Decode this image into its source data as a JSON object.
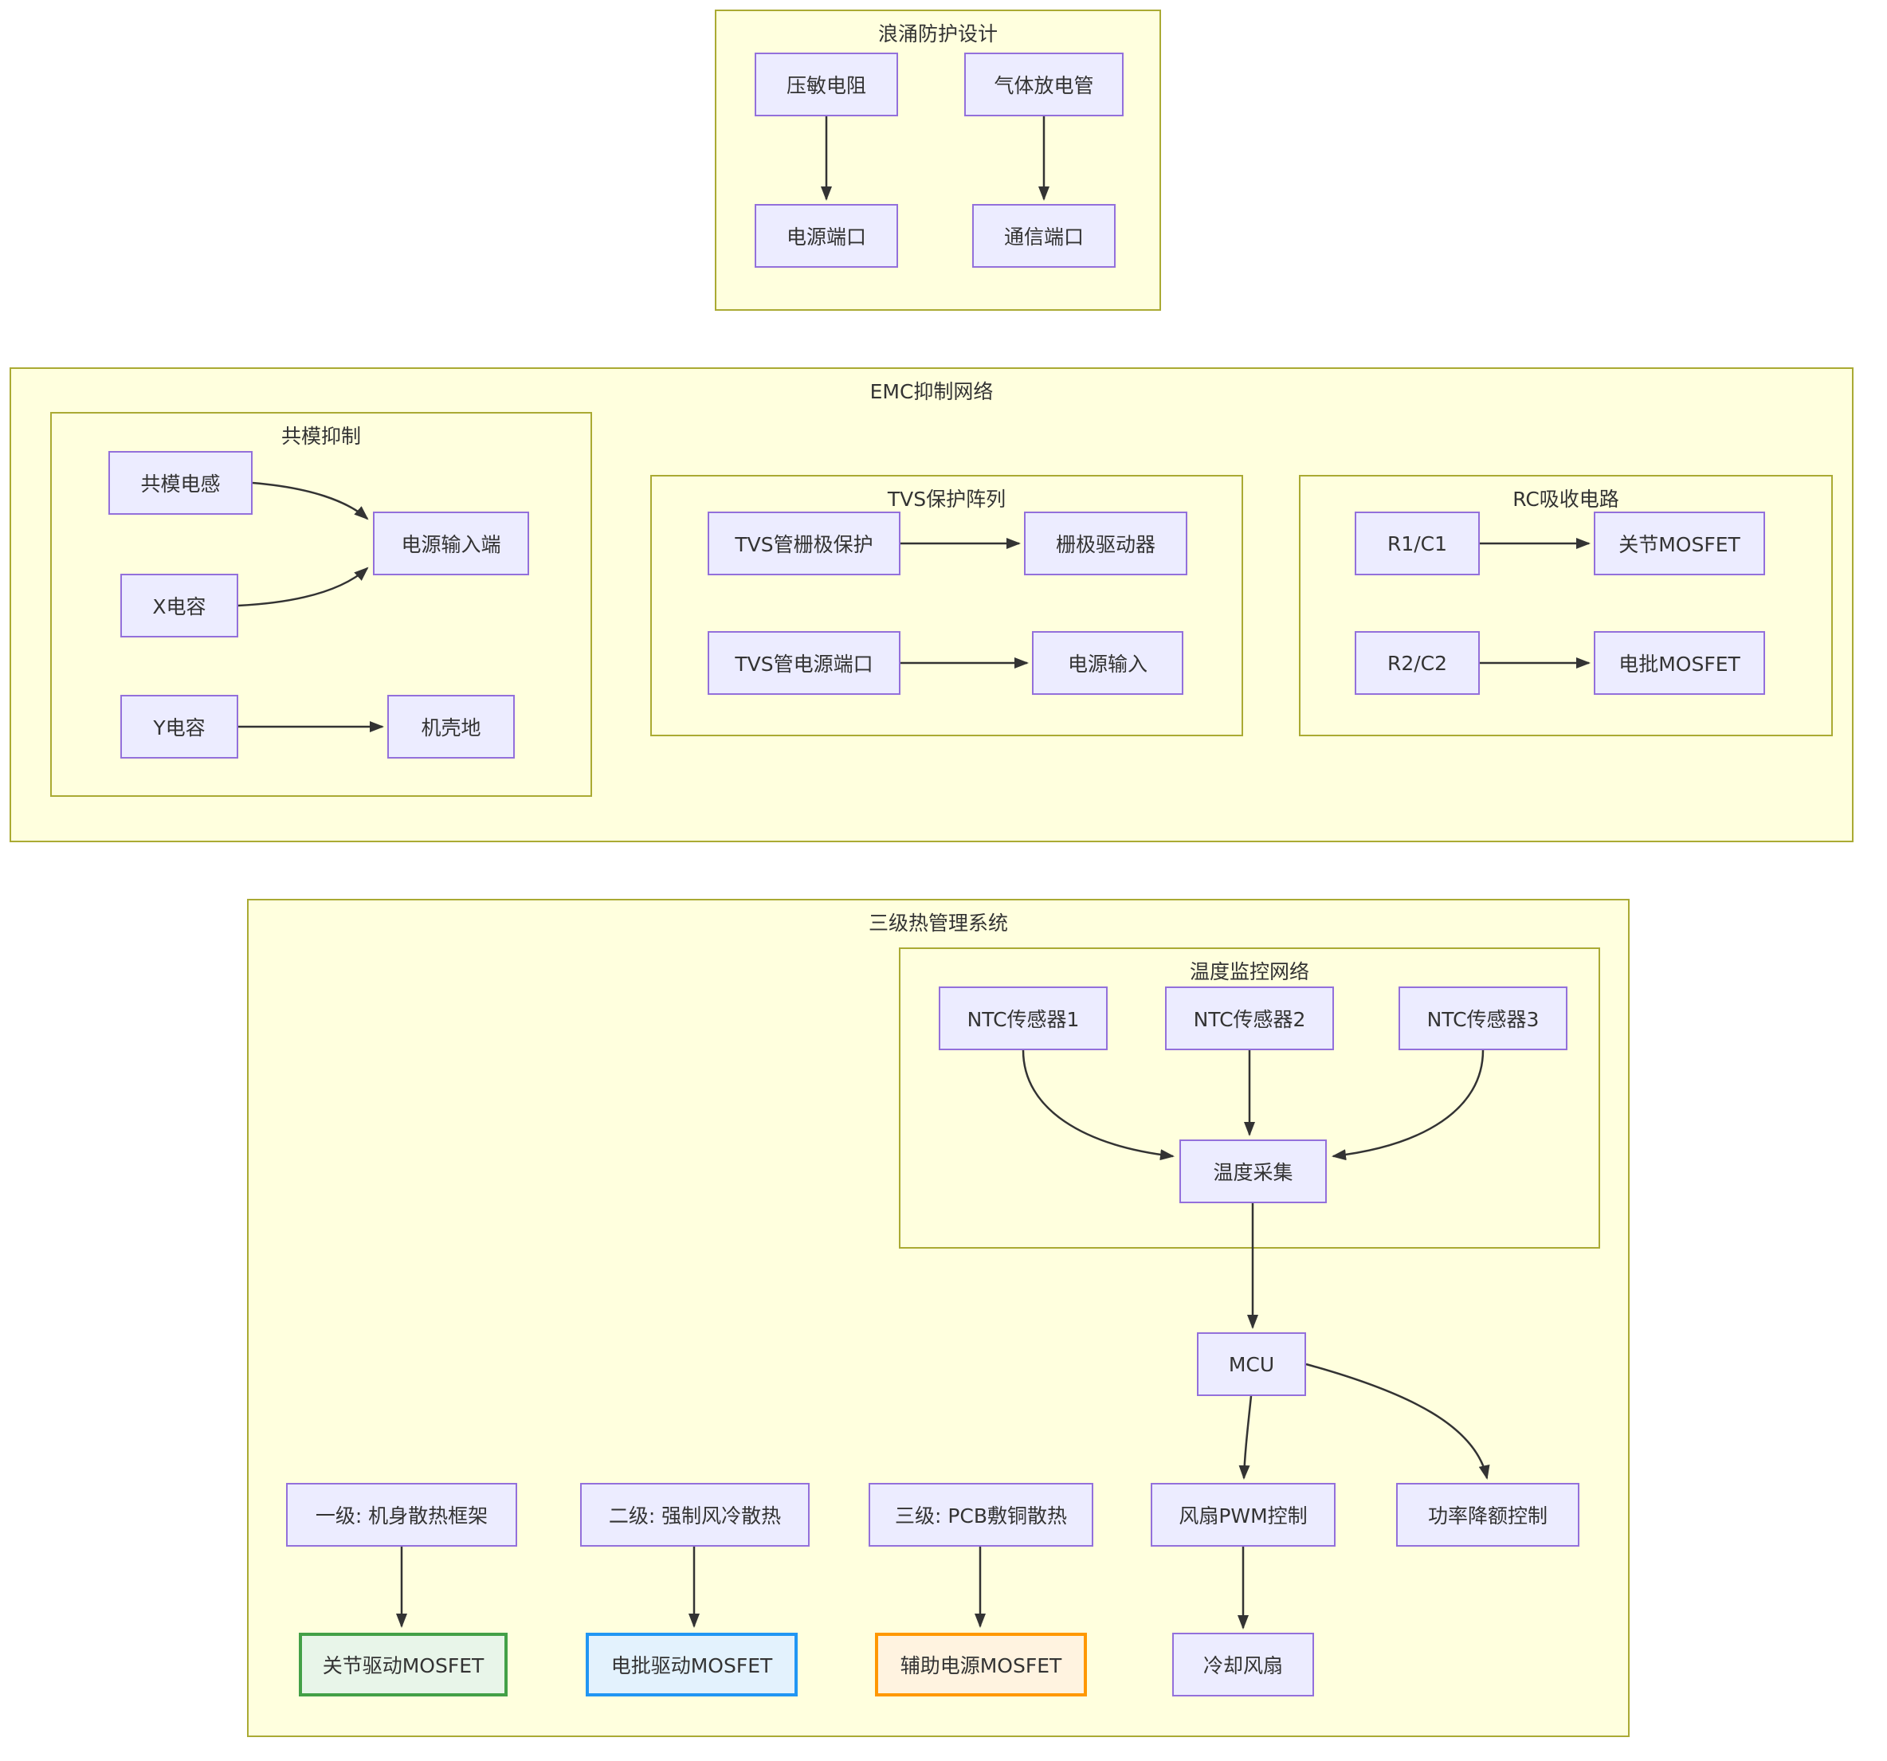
{
  "titles": {
    "surge": "浪涌防护设计",
    "emc": "EMC抑制网络",
    "common_mode": "共模抑制",
    "tvs": "TVS保护阵列",
    "rc": "RC吸收电路",
    "thermal": "三级热管理系统",
    "temp_monitor": "温度监控网络"
  },
  "nodes": {
    "varistor": "压敏电阻",
    "gas_tube": "气体放电管",
    "power_port": "电源端口",
    "comm_port": "通信端口",
    "cm_choke": "共模电感",
    "power_input_term": "电源输入端",
    "x_cap": "X电容",
    "y_cap": "Y电容",
    "chassis_gnd": "机壳地",
    "tvs_gate": "TVS管栅极保护",
    "gate_driver": "栅极驱动器",
    "tvs_power": "TVS管电源端口",
    "power_input": "电源输入",
    "r1c1": "R1/C1",
    "joint_mosfet": "关节MOSFET",
    "r2c2": "R2/C2",
    "batch_mosfet": "电批MOSFET",
    "ntc1": "NTC传感器1",
    "ntc2": "NTC传感器2",
    "ntc3": "NTC传感器3",
    "temp_acq": "温度采集",
    "mcu": "MCU",
    "fan_pwm": "风扇PWM控制",
    "power_derating": "功率降额控制",
    "cooling_fan": "冷却风扇",
    "level1": "一级: 机身散热框架",
    "level2": "二级: 强制风冷散热",
    "level3": "三级: PCB敷铜散热",
    "joint_drive_mosfet": "关节驱动MOSFET",
    "batch_drive_mosfet": "电批驱动MOSFET",
    "aux_power_mosfet": "辅助电源MOSFET"
  },
  "edges": [
    {
      "from": "varistor",
      "to": "power_port"
    },
    {
      "from": "gas_tube",
      "to": "comm_port"
    },
    {
      "from": "cm_choke",
      "to": "power_input_term"
    },
    {
      "from": "x_cap",
      "to": "power_input_term"
    },
    {
      "from": "y_cap",
      "to": "chassis_gnd"
    },
    {
      "from": "tvs_gate",
      "to": "gate_driver"
    },
    {
      "from": "tvs_power",
      "to": "power_input"
    },
    {
      "from": "r1c1",
      "to": "joint_mosfet"
    },
    {
      "from": "r2c2",
      "to": "batch_mosfet"
    },
    {
      "from": "ntc1",
      "to": "temp_acq"
    },
    {
      "from": "ntc2",
      "to": "temp_acq"
    },
    {
      "from": "ntc3",
      "to": "temp_acq"
    },
    {
      "from": "temp_acq",
      "to": "mcu"
    },
    {
      "from": "mcu",
      "to": "fan_pwm"
    },
    {
      "from": "mcu",
      "to": "power_derating"
    },
    {
      "from": "fan_pwm",
      "to": "cooling_fan"
    },
    {
      "from": "level1",
      "to": "joint_drive_mosfet"
    },
    {
      "from": "level2",
      "to": "batch_drive_mosfet"
    },
    {
      "from": "level3",
      "to": "aux_power_mosfet"
    }
  ],
  "colors": {
    "node_fill": "#ECECFF",
    "node_border": "#9370DB",
    "cluster_fill": "#FFFFDE",
    "cluster_border": "#AAAA33",
    "edge": "#333333",
    "text": "#333333",
    "joint_fill": "#E8F5E9",
    "joint_border": "#43A047",
    "batch_fill": "#E3F2FD",
    "batch_border": "#2196F3",
    "aux_fill": "#FFF3E0",
    "aux_border": "#FF9800"
  }
}
